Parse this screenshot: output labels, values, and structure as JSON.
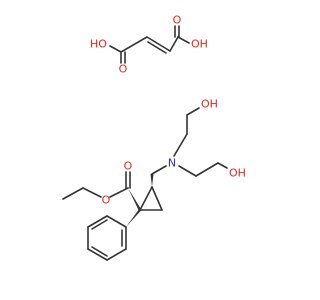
{
  "molecule": {
    "atom_labels": {
      "fum_oh_left": "HO",
      "fum_o_left": "O",
      "fum_o_right": "O",
      "fum_oh_right": "OH",
      "oh_upper": "OH",
      "nitrogen": "N",
      "oh_lower": "OH",
      "ester_carbonyl_o": "O",
      "ester_ether_o": "O"
    },
    "colors": {
      "oxygen": "#e8261e",
      "nitrogen": "#2c2cd6",
      "carbon_bond": "#333333",
      "background": "#ffffff"
    }
  }
}
